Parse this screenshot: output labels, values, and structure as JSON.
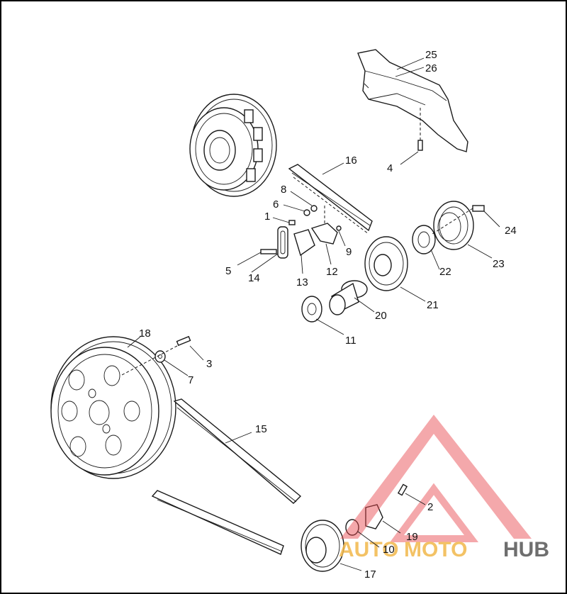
{
  "callouts": [
    "1",
    "2",
    "3",
    "4",
    "5",
    "6",
    "7",
    "8",
    "9",
    "10",
    "11",
    "12",
    "13",
    "14",
    "15",
    "16",
    "17",
    "18",
    "19",
    "20",
    "21",
    "22",
    "23",
    "24",
    "25",
    "26"
  ],
  "watermark": {
    "part1": "AUTO",
    "part2": "MOTO",
    "part3": "HUB",
    "color_auto": "#f2b84b",
    "color_moto": "#f2b84b",
    "color_hub": "#555555",
    "logo_color": "#e8464b",
    "icon": "triangle-logo-icon"
  },
  "colors": {
    "line": "#1a1a1a",
    "background": "#ffffff",
    "border": "#000000"
  }
}
